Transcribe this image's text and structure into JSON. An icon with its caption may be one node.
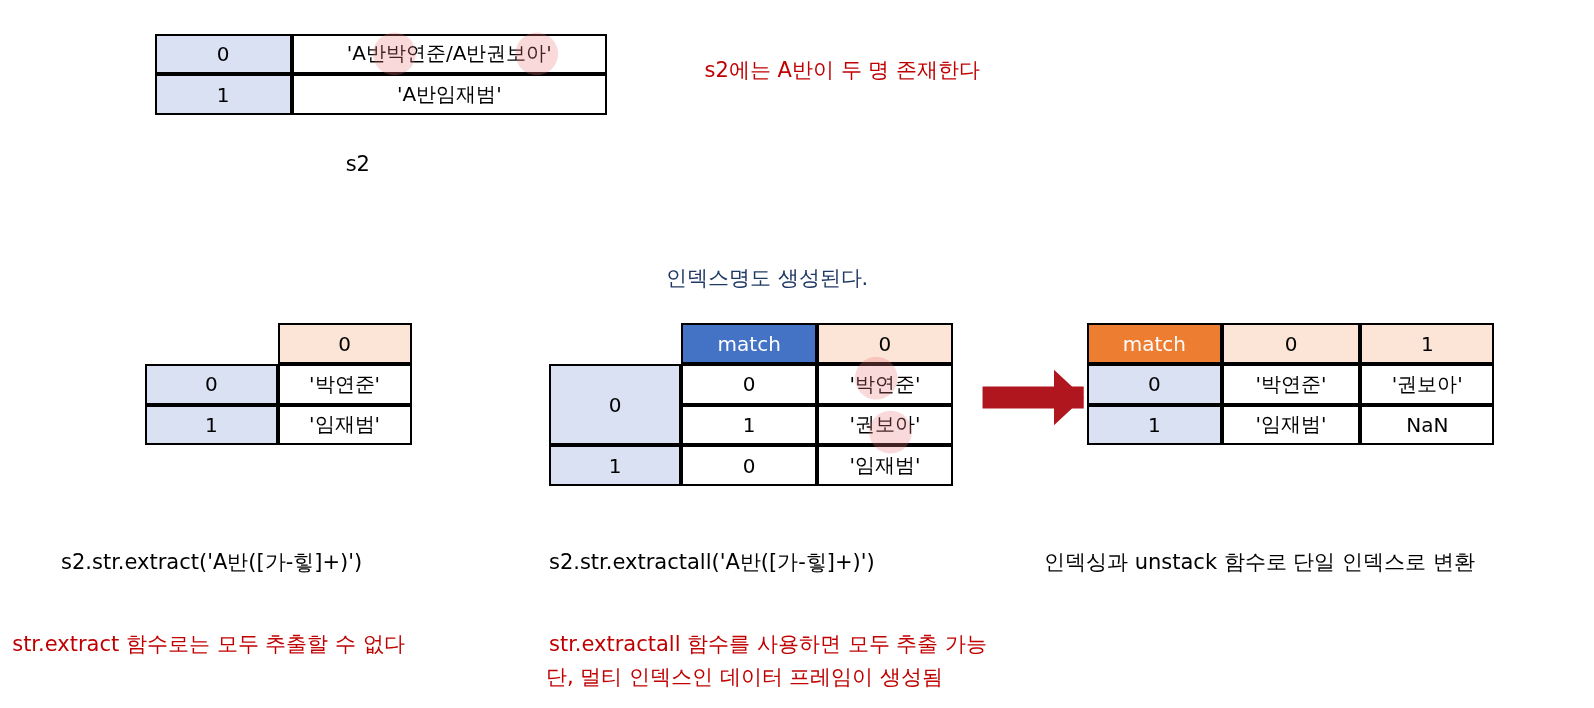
{
  "diagram": {
    "nodes": [
      {
        "text": [
          "0",
          "'A반박연준/A반권보아'",
          "1",
          "'A반임재범'"
        ]
      },
      {
        "text": [
          "0",
          "0",
          "'박연준'",
          "1",
          "'임재범'"
        ]
      },
      {
        "text": [
          "match",
          "0",
          "0",
          "0",
          "'박연준'",
          "1",
          "'권보아'",
          "1",
          "0",
          "'임재범'"
        ]
      },
      {
        "text": [
          "match",
          "0",
          "1",
          "0",
          "'박연준'",
          "'권보아'",
          "1",
          "'임재범'",
          "NaN"
        ]
      }
    ],
    "edges": [
      {
        "from": 2,
        "to": 3,
        "arrow": "to",
        "color": "#b0161e"
      }
    ],
    "labels": [
      "s2에는 A반이 두 명 존재한다",
      "s2",
      "인덱스명도 생성된다.",
      "s2.str.extract('A반([가-힣]+)')",
      "s2.str.extractall('A반([가-힣]+)')",
      "인덱싱과 unstack 함수로 단일 인덱스로 변환",
      "str.extract 함수로는 모두 추출할 수 없다",
      "str.extractall 함수를 사용하면 모두 추출 가능",
      "단, 멀티 인덱스인 데이터 프레임이 생성됨"
    ]
  }
}
